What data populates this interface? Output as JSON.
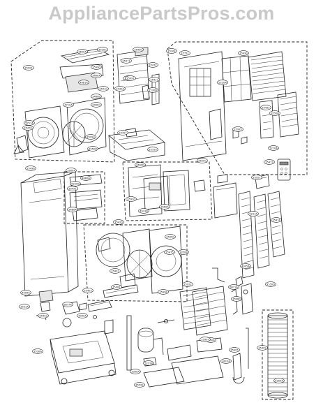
{
  "watermark": "AppliancePartsPros.com",
  "callouts": [
    "35001",
    "3530C",
    "3650A",
    "35471",
    "35990",
    "3460A",
    "4681A",
    "35400",
    "3550A",
    "35472",
    "35991",
    "3530E",
    "3430A",
    "35411",
    "35410",
    "3460B",
    "3530D",
    "35490",
    "3460C",
    "35751",
    "4710A",
    "5251A",
    "35470",
    "5220A",
    "3550D",
    "35993",
    "3550B",
    "35492",
    "5210A",
    "35995",
    "35497",
    "35720",
    "3550C",
    "35473",
    "3460D",
    "35496",
    "3280A",
    "4680A",
    "5220B",
    "35491",
    "35920",
    "3480A",
    "3560A",
    "4931B",
    "35420",
    "35921",
    "35490",
    "35475",
    "3350B",
    "5231A",
    "35474",
    "4995A",
    "35491",
    "35981",
    "35922",
    "35998",
    "3550D",
    "4999A",
    "6871A",
    "35980",
    "3551A",
    "6877A",
    "35493",
    "4999A",
    "3530A",
    "6700A",
    "35997",
    "5231B",
    "3390A",
    "3810A",
    "3550E",
    "5250A",
    "35402",
    "35403",
    "35405"
  ]
}
